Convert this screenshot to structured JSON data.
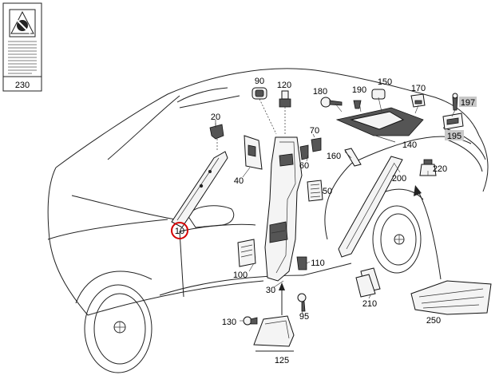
{
  "diagram": {
    "callouts": {
      "c230": "230",
      "c20": "20",
      "c90": "90",
      "c120": "120",
      "c180": "180",
      "c190": "190",
      "c150": "150",
      "c170": "170",
      "c197": "197",
      "c195": "195",
      "c70": "70",
      "c160": "160",
      "c140": "140",
      "c40": "40",
      "c60": "60",
      "c200": "200",
      "c220": "220",
      "c50": "50",
      "c10": "10",
      "c100": "100",
      "c110": "110",
      "c30": "30",
      "c95": "95",
      "c210": "210",
      "c130": "130",
      "c125": "125",
      "c250": "250"
    },
    "highlighted": {
      "boxed": [
        "197",
        "195"
      ],
      "circled": "10"
    },
    "colors": {
      "line": "#222222",
      "highlight_box": "#c8c8c8",
      "circle": "#d40000"
    }
  }
}
